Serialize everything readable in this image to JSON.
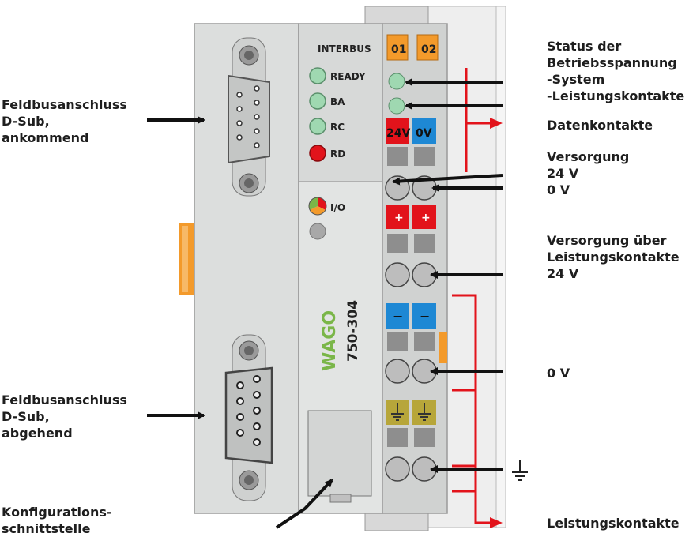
{
  "device": {
    "bus_name": "INTERBUS",
    "leds": [
      "READY",
      "BA",
      "RC",
      "RD"
    ],
    "io_label": "I/O",
    "model_number": "750-304",
    "brand": "WAGO",
    "terminal_numbers": [
      "01",
      "02"
    ],
    "supply_24v_label": "24V",
    "supply_0v_label": "0V",
    "plus_sign": "+",
    "minus_sign": "−"
  },
  "labels": {
    "feldbus_in": [
      "Feldbusanschluss",
      "D-Sub,",
      "ankommend"
    ],
    "feldbus_out": [
      "Feldbusanschluss",
      "D-Sub,",
      "abgehend"
    ],
    "config": [
      "Konfigurations-",
      "schnittstelle"
    ],
    "status": [
      "Status der",
      "Betriebsspannung",
      "-System",
      "-Leistungskontakte"
    ],
    "datenkontakte": "Datenkontakte",
    "versorgung": [
      "Versorgung",
      "24 V",
      "0 V"
    ],
    "versorgung_lk": [
      "Versorgung über",
      "Leistungskontakte",
      "24 V"
    ],
    "zero_v": "0 V",
    "leistungskontakte": "Leistungskontakte"
  },
  "colors": {
    "housing": "#dcdedd",
    "terminal_orange": "#f39a2b",
    "red": "#e2131b",
    "blue": "#1e88d4",
    "ground_olive": "#b7a63a",
    "led_green": "#9fd8b1",
    "led_red": "#e2131b",
    "wago_green": "#7ab648"
  }
}
